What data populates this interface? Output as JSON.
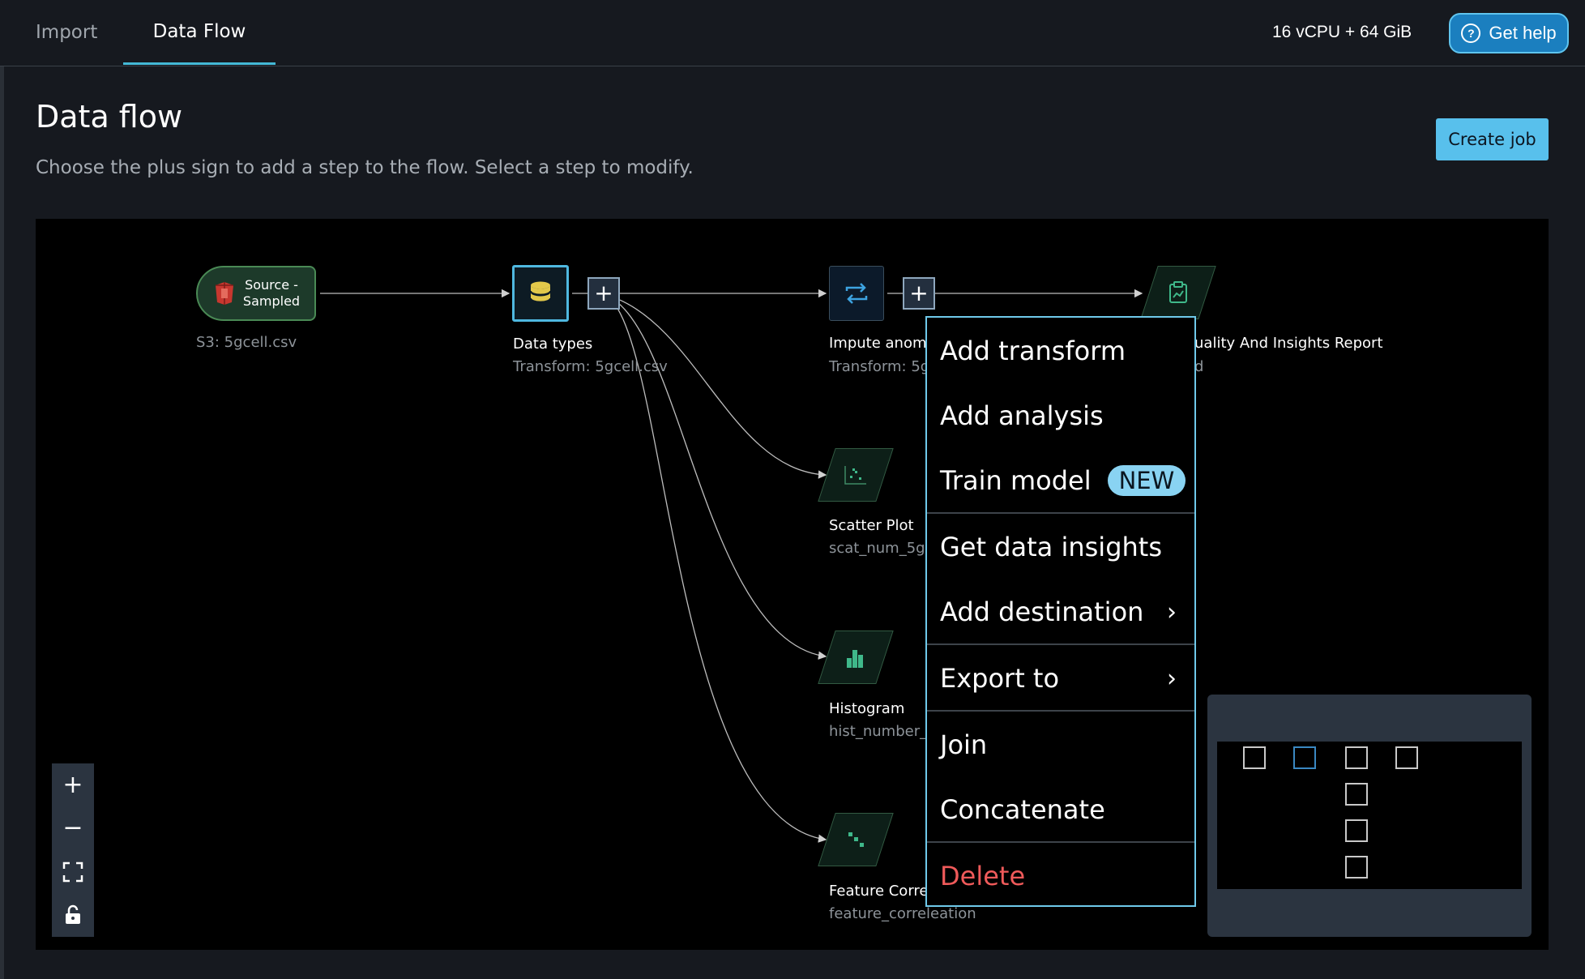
{
  "tabs": [
    {
      "label": "Import",
      "active": false
    },
    {
      "label": "Data Flow",
      "active": true
    }
  ],
  "header": {
    "resources": "16 vCPU + 64 GiB",
    "help_label": "Get help"
  },
  "page": {
    "title": "Data flow",
    "description": "Choose the plus sign to add a step to the flow. Select a step to modify.",
    "create_job_label": "Create job"
  },
  "nodes": {
    "source": {
      "label": "Source - Sampled",
      "sub": "S3: 5gcell.csv"
    },
    "data_types": {
      "label": "Data types",
      "sub": "Transform: 5gcell.csv"
    },
    "impute": {
      "label": "Impute anom",
      "sub": "Transform: 5g"
    },
    "quality_report": {
      "label": "uality And Insights Report",
      "sub": "d"
    },
    "scatter": {
      "label": "Scatter Plot",
      "sub": "scat_num_5g"
    },
    "histogram": {
      "label": "Histogram",
      "sub": "hist_number_"
    },
    "feature": {
      "label": "Feature Corre",
      "sub": "feature_correleation"
    }
  },
  "menu": {
    "items": [
      {
        "label": "Add transform"
      },
      {
        "label": "Add analysis"
      },
      {
        "label": "Train model",
        "badge": "NEW"
      },
      {
        "label": "Get data insights"
      },
      {
        "label": "Add destination",
        "submenu": true
      },
      {
        "label": "Export to",
        "submenu": true
      },
      {
        "label": "Join"
      },
      {
        "label": "Concatenate"
      },
      {
        "label": "Delete",
        "danger": true
      }
    ]
  },
  "zoom": {
    "in": "+",
    "out": "−"
  },
  "icons": {
    "help": "question-circle-icon",
    "s3": "s3-bucket-icon",
    "database": "database-icon",
    "transform": "transform-arrows-icon",
    "report": "clipboard-chart-icon",
    "scatter": "scatter-plot-icon",
    "histogram": "histogram-icon",
    "feature": "feature-correlation-icon",
    "fit": "fit-view-icon",
    "lock": "unlock-icon",
    "chevron": "chevron-right-icon"
  },
  "colors": {
    "accent": "#44b9d6",
    "primary_button": "#58c0ec",
    "menu_border": "#6fc9ea",
    "danger": "#ef5a5a",
    "badge": "#89d3f2"
  }
}
